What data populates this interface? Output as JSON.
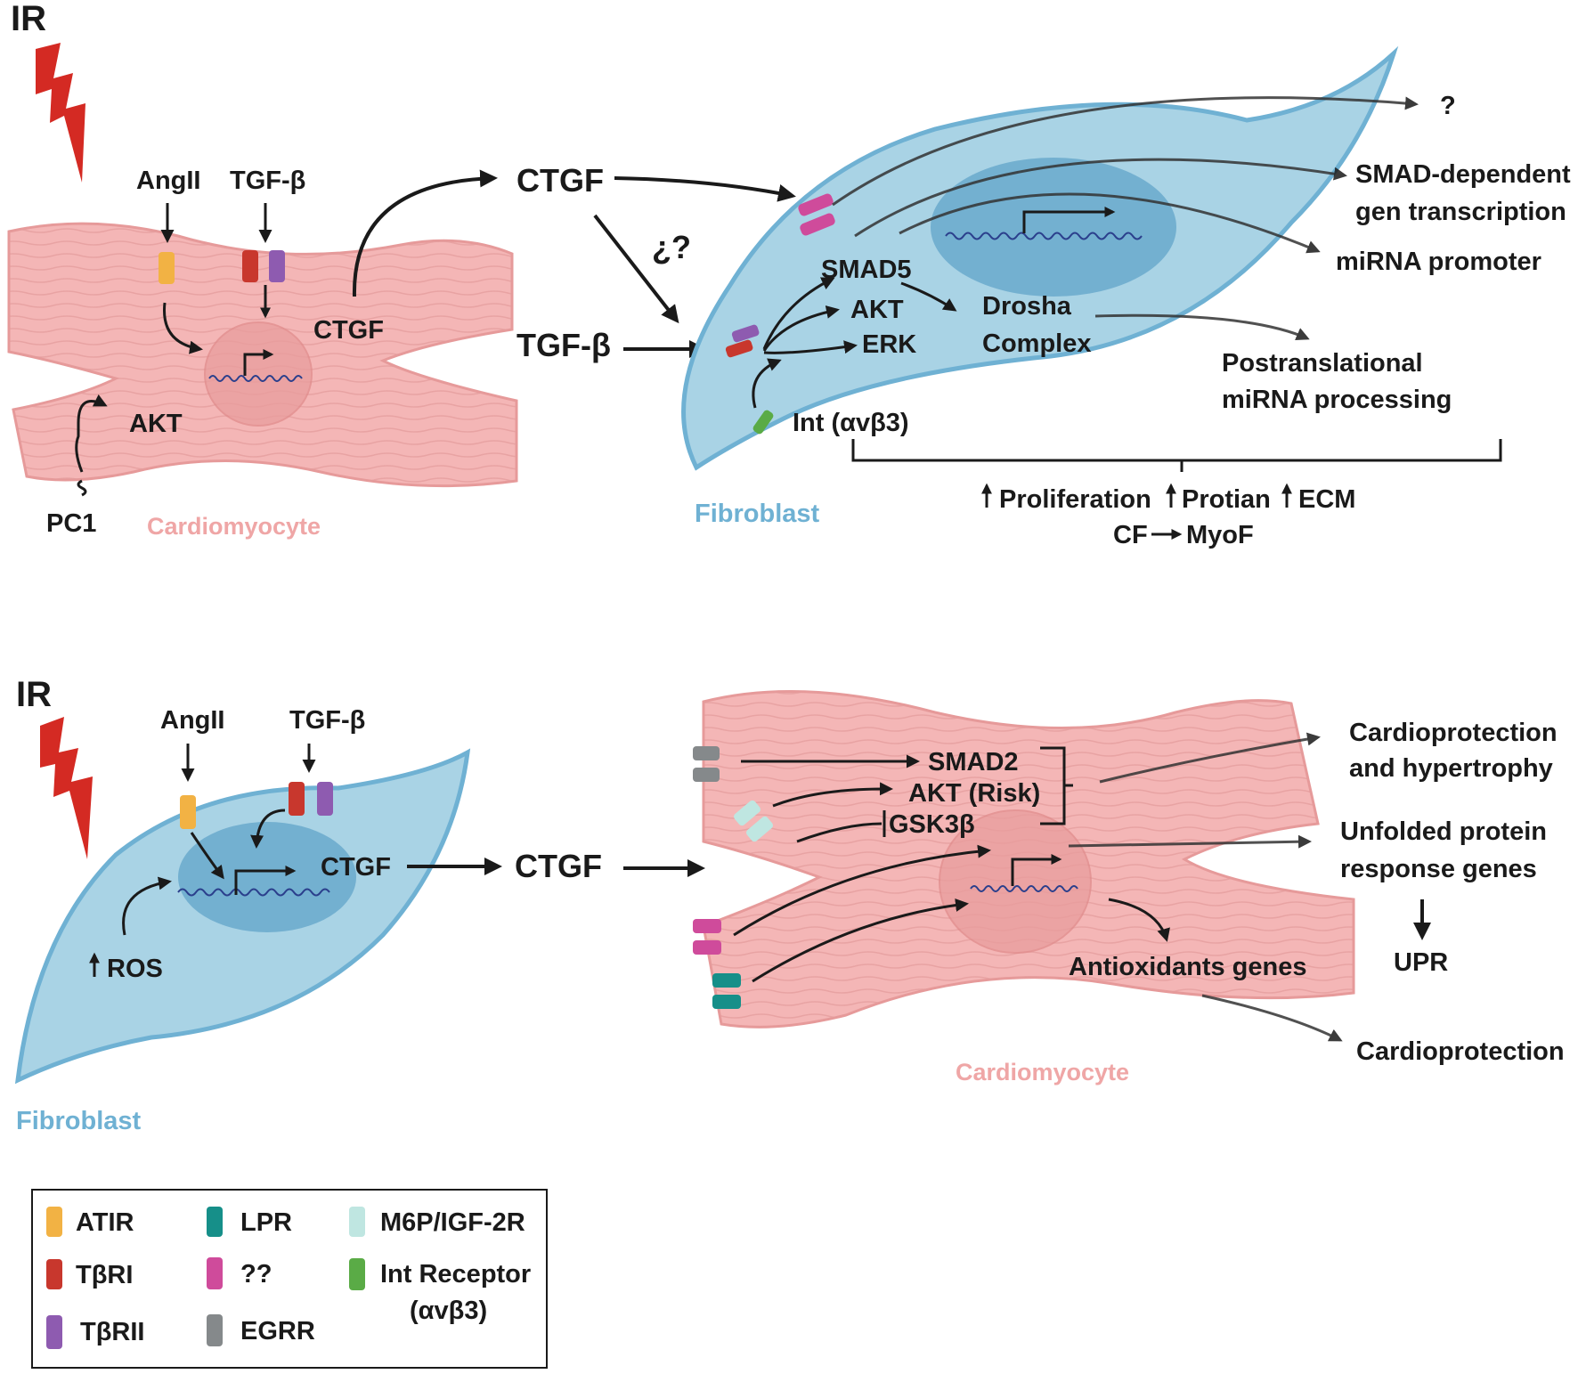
{
  "colors": {
    "atir": "#f2b244",
    "tbri": "#c8372d",
    "tbrii": "#8e5bb0",
    "lpr": "#168f89",
    "unknown": "#cf4b9b",
    "egrr": "#85898b",
    "m6p": "#bfe6e1",
    "int_receptor": "#5aab46",
    "fibroblast": "#a9d3e5",
    "cardiomyocyte": "#f4b6b6",
    "lightning": "#d42a23"
  },
  "top": {
    "ir": "IR",
    "angii": "AngII",
    "tgfb": "TGF-β",
    "ctgf_cell": "CTGF",
    "akt_left": "AKT",
    "pc1": "PC1",
    "cardiomyocyte": "Cardiomyocyte",
    "ctgf_big": "CTGF",
    "question_spanish": "¿?",
    "tgfb_big": "TGF-β",
    "smad5": "SMAD5",
    "akt": "AKT",
    "erk": "ERK",
    "drosha_1": "Drosha",
    "drosha_2": "Complex",
    "int": "Int (αvβ3)",
    "fibroblast": "Fibroblast",
    "question": "?",
    "smad_dep_1": "SMAD-dependent",
    "smad_dep_2": "gen transcription",
    "mirna_promoter": "miRNA promoter",
    "postrans_1": "Postranslational",
    "postrans_2": "miRNA processing",
    "proliferation": "Proliferation",
    "protian": "Protian",
    "ecm": "ECM",
    "cf": "CF",
    "myof": "MyoF"
  },
  "bottom": {
    "ir": "IR",
    "angii": "AngII",
    "tgfb": "TGF-β",
    "ctgf_cell": "CTGF",
    "ros": "ROS",
    "fibroblast": "Fibroblast",
    "ctgf_big": "CTGF",
    "smad2": "SMAD2",
    "akt_risk": "AKT (Risk)",
    "gsk3b": "GSK3β",
    "cardiomyocyte": "Cardiomyocyte",
    "cardioprotection_1": "Cardioprotection",
    "cardioprotection_2": "and hypertrophy",
    "unfolded_1": "Unfolded protein",
    "unfolded_2": "response genes",
    "upr": "UPR",
    "antioxidants": "Antioxidants genes",
    "cardioprotection": "Cardioprotection"
  },
  "legend": {
    "atir": "ATIR",
    "tbri": "TβRI",
    "tbrii": "TβRII",
    "lpr": "LPR",
    "unknown": "??",
    "egrr": "EGRR",
    "m6p": "M6P/IGF-2R",
    "int_1": "Int Receptor",
    "int_2": "(αvβ3)"
  }
}
